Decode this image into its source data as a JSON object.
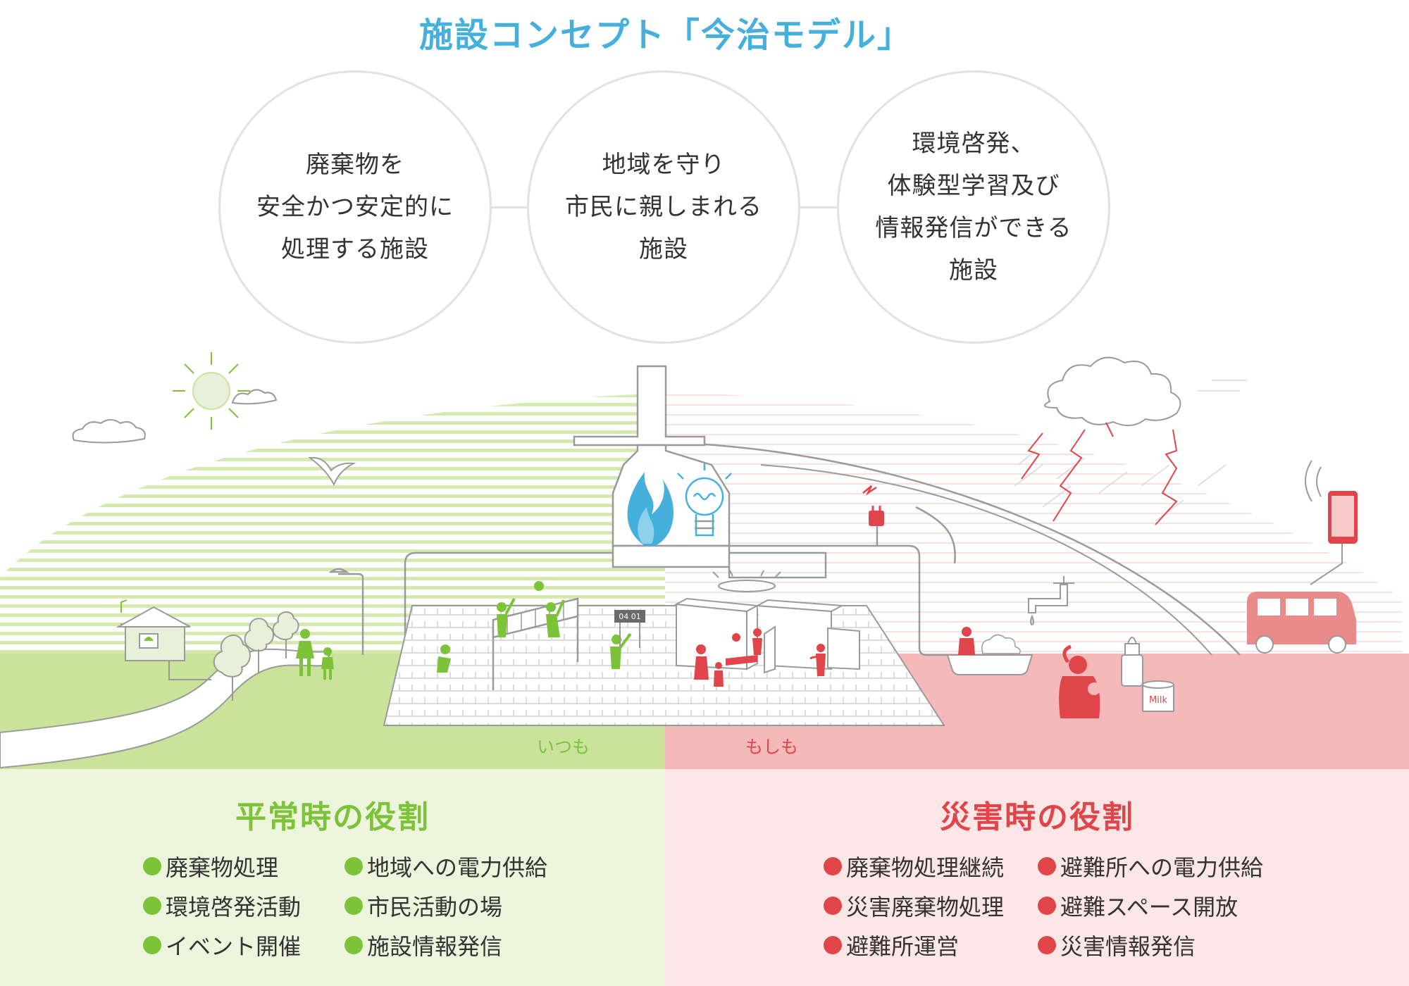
{
  "title": "施設コンセプト「今治モデル」",
  "concepts": [
    {
      "lines": [
        "廃棄物を",
        "安全かつ安定的に",
        "処理する施設"
      ]
    },
    {
      "lines": [
        "地域を守り",
        "市民に親しまれる",
        "施設"
      ]
    },
    {
      "lines": [
        "環境啓発、",
        "体験型学習及び",
        "情報発信ができる",
        "施設"
      ]
    }
  ],
  "scene": {
    "normal_label": "いつも",
    "disaster_label": "もしも",
    "scoreboard": "04 01",
    "milk_label": "Milk"
  },
  "roles": {
    "normal": {
      "heading": "平常時の役割",
      "items": [
        "廃棄物処理",
        "環境啓発活動",
        "イベント開催",
        "地域への電力供給",
        "市民活動の場",
        "施設情報発信"
      ]
    },
    "disaster": {
      "heading": "災害時の役割",
      "items": [
        "廃棄物処理継続",
        "災害廃棄物処理",
        "避難所運営",
        "避難所への電力供給",
        "避難スペース開放",
        "災害情報発信"
      ]
    }
  },
  "colors": {
    "title": "#45b0dc",
    "normal_green": "#7cc33a",
    "normal_field": "#c9e49a",
    "normal_panel": "#edf5dc",
    "disaster_red": "#e0454b",
    "disaster_field": "#f6b9b9",
    "disaster_panel": "#fde6e6",
    "outline": "#9a9a9a",
    "circle_border": "#e2e2e2",
    "flame_blue": "#45b0dc"
  },
  "icons": [
    "sun-icon",
    "cloud-icon",
    "bird-icon",
    "house-icon",
    "tree-icon",
    "street-lamp-icon",
    "chimney-icon",
    "flame-icon",
    "light-bulb-icon",
    "plug-icon",
    "storm-cloud-icon",
    "lightning-icon",
    "smartphone-icon",
    "van-icon",
    "faucet-icon",
    "bathtub-icon",
    "milk-bottle-icon",
    "milk-can-icon",
    "volleyball-net-icon",
    "scoreboard-icon",
    "partition-icon",
    "person-icon",
    "mother-baby-icon"
  ]
}
